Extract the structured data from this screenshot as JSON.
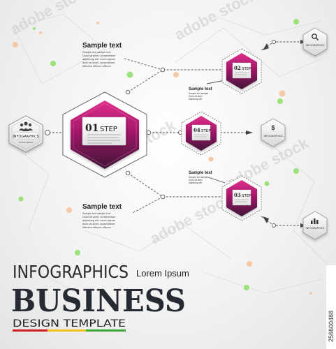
{
  "watermark": "adobe stock",
  "colors": {
    "accent": "#9c1b62",
    "accent_light": "#d6257f",
    "line": "#555555"
  },
  "hub": {
    "step_number": "01",
    "step_label": "STEP"
  },
  "left_badge": {
    "icon": "people-icon",
    "label": "INFOGRAPHICS",
    "sub": "Lorem Ipsum"
  },
  "callouts": [
    {
      "heading": "Sample text",
      "lines": [
        "Sample text sample text",
        "Dolor sit amet, consectetuer",
        "adipiscing elit. Lorem ipsum",
        "dolor sit amet, consectetuer",
        "effective efficere efficere"
      ]
    },
    {
      "heading": "Sample text",
      "lines": [
        "Sample text sample text",
        "Dolor sit amet, consectetuer",
        "adipiscing elit. Lorem ipsum",
        "dolor sit amet, consectetuer",
        "effective efficere efficere"
      ]
    },
    {
      "heading": "Sample text",
      "lines": [
        "Sample text sample",
        "Dolor sit amet",
        "adipiscing elit"
      ]
    },
    {
      "heading": "Sample text",
      "lines": [
        "Sample text sample",
        "Dolor sit amet",
        "adipiscing elit"
      ]
    }
  ],
  "steps": [
    {
      "number": "02",
      "label": "STEP"
    },
    {
      "number": "04",
      "label": "STEP"
    },
    {
      "number": "03",
      "label": "STEP"
    }
  ],
  "end_badges": [
    {
      "icon": "search-icon",
      "label": "INFOGRAPHICS"
    },
    {
      "icon": "dollar-icon",
      "label": "INFOGRAPHICS"
    },
    {
      "icon": "chart-icon",
      "label": "INFOGRAPHICS"
    }
  ],
  "footer": {
    "line1": "INFOGRAPHICS",
    "tagline": "Lorem Ipsum",
    "line2": "BUSINESS",
    "line3": "DESIGN TEMPLATE",
    "stripe_colors": [
      "#d61a24",
      "#f3c11b",
      "#3aa935"
    ]
  },
  "stock_id": "256600488"
}
